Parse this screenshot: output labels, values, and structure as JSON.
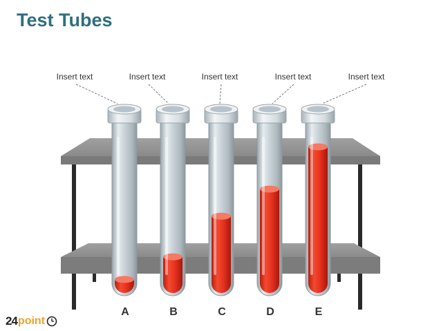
{
  "title": "Test Tubes",
  "tubes": [
    {
      "label": "A",
      "callout": "Insert text",
      "level": 0.09
    },
    {
      "label": "B",
      "callout": "Insert text",
      "level": 0.24
    },
    {
      "label": "C",
      "callout": "Insert text",
      "level": 0.51
    },
    {
      "label": "D",
      "callout": "Insert text",
      "level": 0.69
    },
    {
      "label": "E",
      "callout": "Insert text",
      "level": 0.97
    }
  ],
  "colors": {
    "title": "#2f6f7e",
    "liquid": "#e8321e",
    "liquid_dark": "#b81e10",
    "rack": "#8c8c8c",
    "rack_top": "#9a9a9a",
    "glass": "#c9d3d9",
    "brand_orange": "#f0a22a"
  },
  "brand": {
    "number": "24",
    "word": "point",
    "icon": "clock-icon"
  }
}
